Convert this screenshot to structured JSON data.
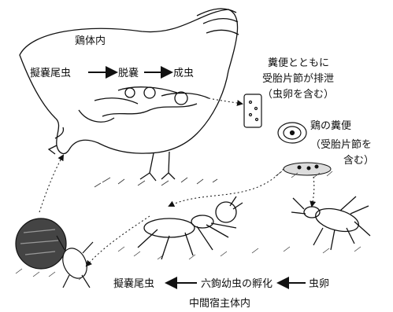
{
  "diagram": {
    "labels": {
      "host_inside": "鶏体内",
      "cysticercoid": "擬嚢尾虫",
      "excystation": "脱嚢",
      "adult": "成虫",
      "feces_release_1": "糞便とともに",
      "feces_release_2": "受胎片節が排泄",
      "feces_release_3": "（虫卵を含む）",
      "chicken_feces_1": "鶏の糞便",
      "chicken_feces_2": "（受胎片節を",
      "chicken_feces_3": "含む）",
      "bottom_cysticercoid": "擬嚢尾虫",
      "hatching": "六鉤幼虫の孵化",
      "egg": "虫卵",
      "intermediate_host": "中間宿主体内"
    },
    "subjects": [
      "chicken",
      "egg-capsule",
      "segments",
      "ant",
      "beetle",
      "dung-ball"
    ],
    "arrow_color": "#111111"
  }
}
